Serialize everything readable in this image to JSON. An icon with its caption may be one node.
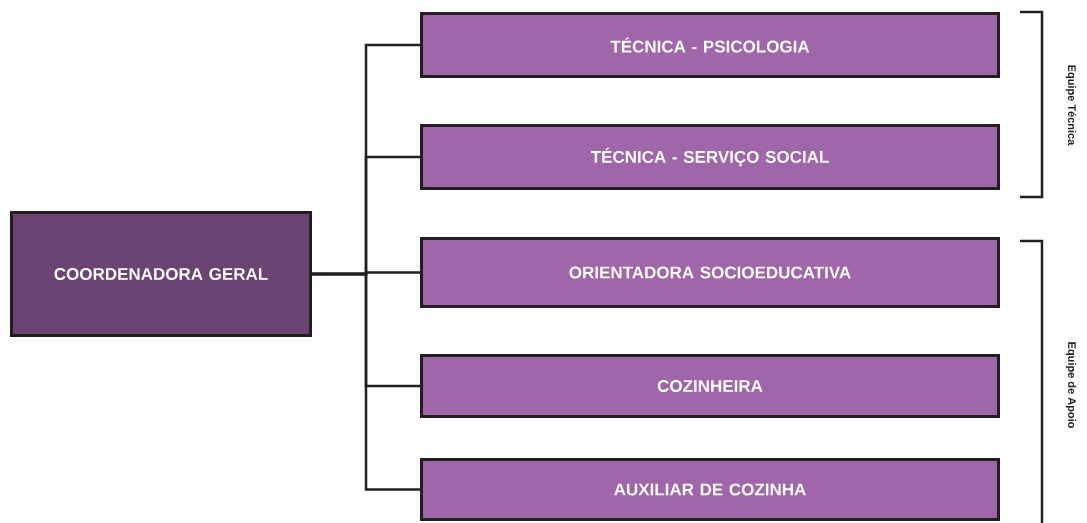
{
  "diagram": {
    "nodes": [
      {
        "text": [
          "COORDENADORA GERAL"
        ]
      },
      {
        "text": [
          "TÉCNICA - PSICOLOGIA"
        ]
      },
      {
        "text": [
          "TÉCNICA - SERVIÇO SOCIAL"
        ]
      },
      {
        "text": [
          "ORIENTADORA SOCIOEDUCATIVA"
        ]
      },
      {
        "text": [
          "COZINHEIRA"
        ]
      },
      {
        "text": [
          "AUXILIAR DE COZINHA"
        ]
      }
    ],
    "edges": [
      {
        "from": 0,
        "to": 1,
        "arrow": "none"
      },
      {
        "from": 0,
        "to": 2,
        "arrow": "none"
      },
      {
        "from": 0,
        "to": 3,
        "arrow": "none"
      },
      {
        "from": 0,
        "to": 4,
        "arrow": "none"
      },
      {
        "from": 0,
        "to": 5,
        "arrow": "none"
      }
    ],
    "labels": [
      "Equipe Técnica",
      "Equipe de Apoio"
    ]
  }
}
